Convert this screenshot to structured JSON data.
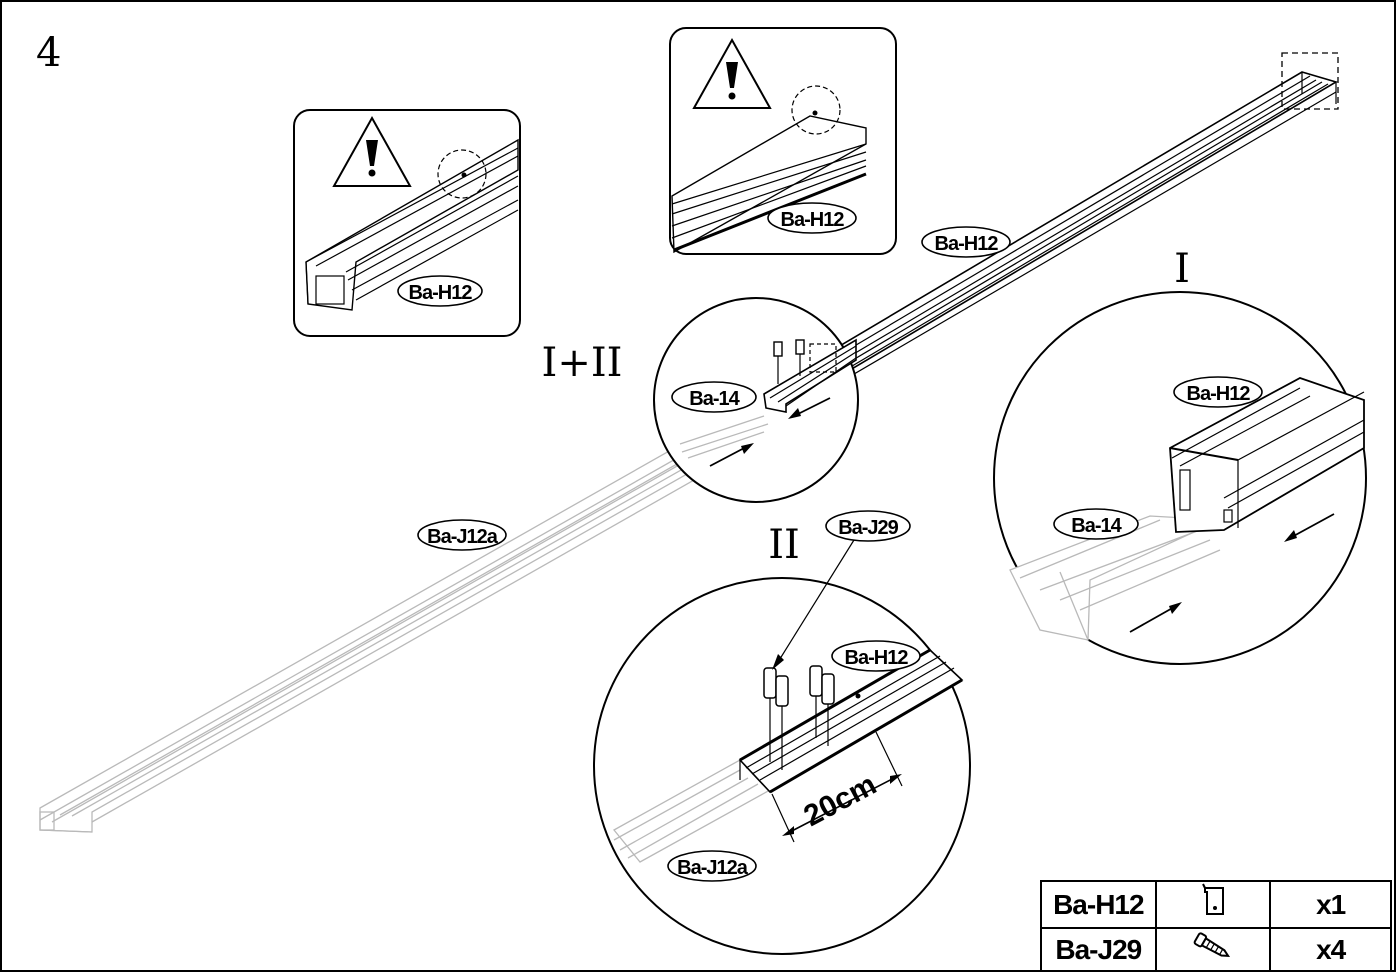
{
  "step_number": "4",
  "view_labels": {
    "detail_I": "I",
    "detail_I_II": "I+II",
    "detail_II": "II"
  },
  "part_labels": {
    "warning_left": "Ba-H12",
    "warning_top": "Ba-H12",
    "main_rail": "Ba-H12",
    "lower_rail": "Ba-J12a",
    "circle_I_II_part": "Ba-14",
    "circle_I_top": "Ba-H12",
    "circle_I_insert": "Ba-14",
    "callout_screw": "Ba-J29",
    "circle_II_top": "Ba-H12",
    "circle_II_bottom": "Ba-J12a"
  },
  "dimension": "20cm",
  "icons": {
    "warning": "warning-triangle-icon",
    "bracket": "bracket-icon",
    "screw": "screw-icon"
  },
  "parts_table": [
    {
      "part": "Ba-H12",
      "icon": "bracket-icon",
      "qty": "x1"
    },
    {
      "part": "Ba-J29",
      "icon": "screw-icon",
      "qty": "x4"
    }
  ]
}
